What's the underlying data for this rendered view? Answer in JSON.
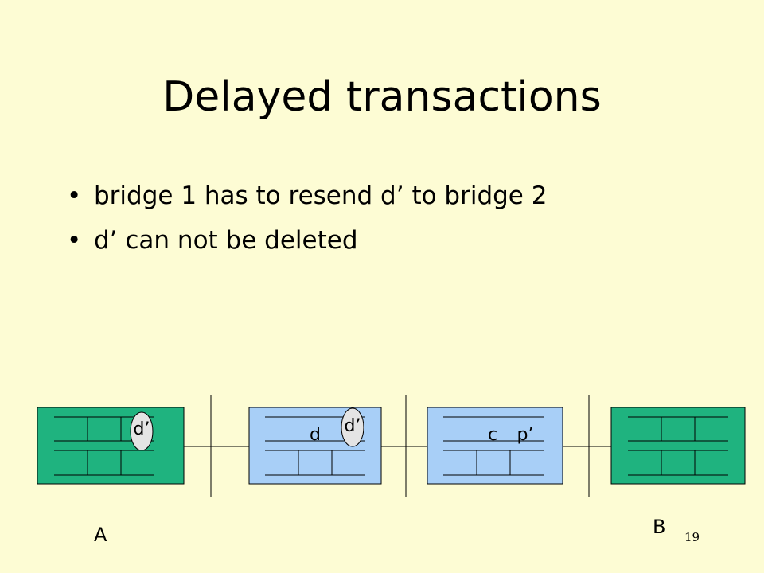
{
  "slide": {
    "title": "Delayed transactions",
    "bullets": [
      "bridge 1 has to resend d’ to bridge 2",
      "d’ can not be deleted"
    ],
    "page_number": "19"
  },
  "diagram": {
    "end_label_left": "A",
    "end_label_right": "B",
    "colors": {
      "end_device": "#1fb37f",
      "bridge": "#a8cff7",
      "token": "#e4e4e4",
      "background": "#fdfcd4"
    },
    "nodes": [
      {
        "name": "device-a",
        "tokens": [
          "d’"
        ],
        "cells": []
      },
      {
        "name": "bridge-1",
        "tokens": [
          "d’"
        ],
        "cells": [
          "d"
        ]
      },
      {
        "name": "bridge-2",
        "tokens": [],
        "cells": [
          "c",
          "p’"
        ]
      },
      {
        "name": "device-b",
        "tokens": [],
        "cells": []
      }
    ]
  }
}
